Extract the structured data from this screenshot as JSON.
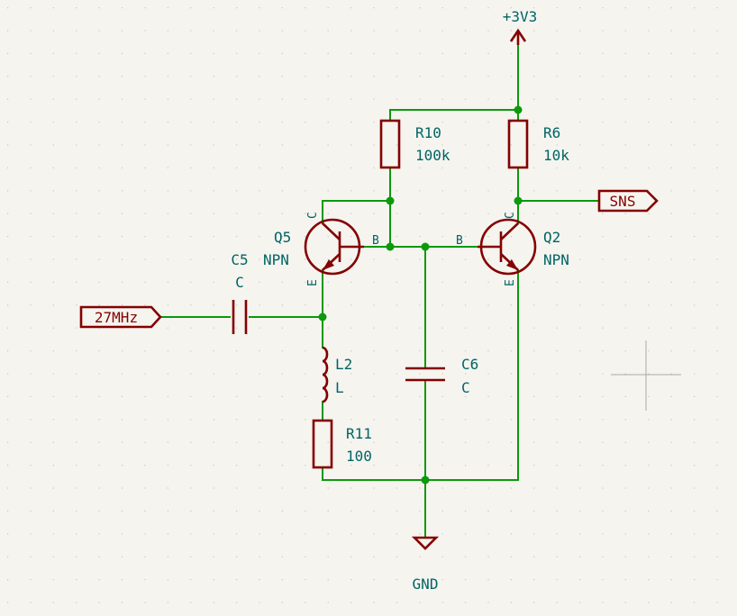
{
  "power": {
    "vcc": "+3V3",
    "gnd": "GND"
  },
  "labels": {
    "input": "27MHz",
    "output": "SNS"
  },
  "components": {
    "r10": {
      "ref": "R10",
      "value": "100k"
    },
    "r6": {
      "ref": "R6",
      "value": "10k"
    },
    "r11": {
      "ref": "R11",
      "value": "100"
    },
    "c5": {
      "ref": "C5",
      "value": "C"
    },
    "c6": {
      "ref": "C6",
      "value": "C"
    },
    "l2": {
      "ref": "L2",
      "value": "L"
    },
    "q5": {
      "ref": "Q5",
      "value": "NPN",
      "pin_c": "C",
      "pin_b": "B",
      "pin_e": "E"
    },
    "q2": {
      "ref": "Q2",
      "value": "NPN",
      "pin_c": "C",
      "pin_b": "B",
      "pin_e": "E"
    }
  },
  "colors": {
    "background": "#f5f4ef",
    "wire": "#0b9a0b",
    "component": "#840000",
    "text": "#006464",
    "grid": "#c8c6bd"
  }
}
